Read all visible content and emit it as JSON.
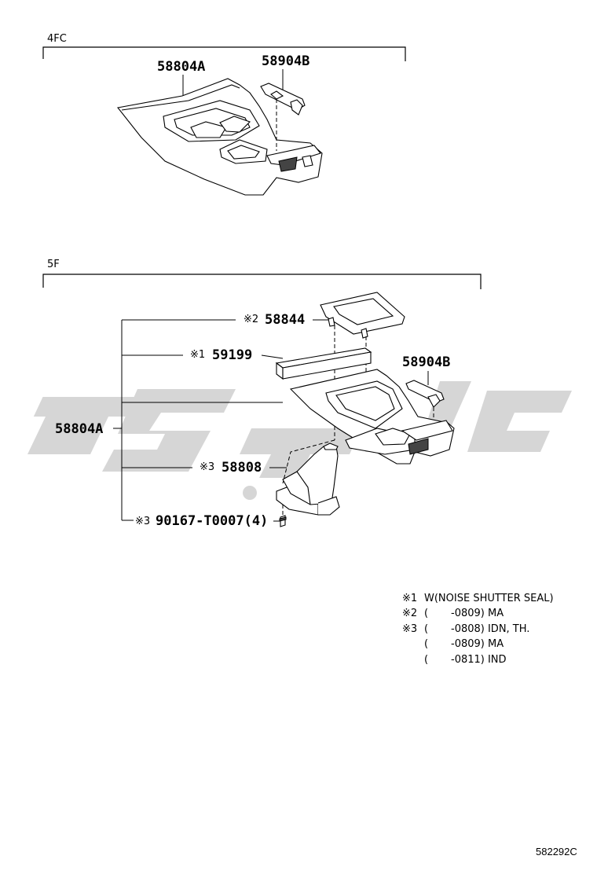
{
  "sections": {
    "top": {
      "label": "4FC"
    },
    "bottom": {
      "label": "5F"
    }
  },
  "parts_top": {
    "console": "58804A",
    "bracket": "58904B"
  },
  "parts_bottom": {
    "panel": {
      "mark": "※2",
      "number": "58844"
    },
    "seal": {
      "mark": "※1",
      "number": "59199"
    },
    "bracket": "58904B",
    "console": "58804A",
    "boot": {
      "mark": "※3",
      "number": "58808"
    },
    "screw": {
      "mark": "※3",
      "number": "90167-T0007(4)"
    }
  },
  "notes": [
    {
      "mark": "※1",
      "text": "W(NOISE SHUTTER SEAL)"
    },
    {
      "mark": "※2",
      "text": "(       -0809) MA"
    },
    {
      "mark": "※3",
      "text": "(       -0808) IDN, TH."
    },
    {
      "mark": "",
      "text": "(       -0809) MA"
    },
    {
      "mark": "",
      "text": "(       -0811) IND"
    }
  ],
  "diagram_code": "582292C"
}
